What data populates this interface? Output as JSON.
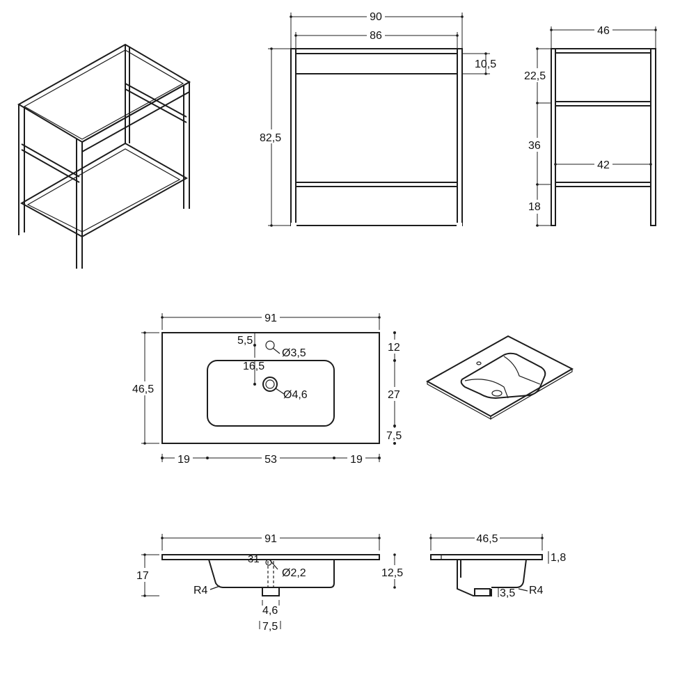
{
  "frame_front": {
    "overall_width": "90",
    "inner_width": "86",
    "drawer_height": "10,5",
    "total_height": "82,5"
  },
  "frame_side": {
    "depth": "46",
    "inner_depth": "42",
    "top_section": "22,5",
    "middle_section": "36",
    "bottom_section": "18"
  },
  "basin_plan": {
    "width": "91",
    "depth": "46,5",
    "tap_offset": "5,5",
    "tap_hole": "Ø3,5",
    "drain_offset": "16,5",
    "drain_hole": "Ø4,6",
    "top_margin": "12",
    "bowl_depth": "27",
    "front_margin": "7,5",
    "left_margin": "19",
    "bowl_width": "53",
    "right_margin": "19"
  },
  "basin_front": {
    "width": "91",
    "height": "17",
    "bowl_height": "12,5",
    "overflow": "31",
    "waste_hole": "Ø2,2",
    "radius": "R4",
    "waste_dia": "4,6",
    "waste_len": "7,5"
  },
  "basin_side": {
    "depth": "46,5",
    "slab_thickness": "1,8",
    "radius": "R4",
    "waste_offset": "3,5"
  }
}
